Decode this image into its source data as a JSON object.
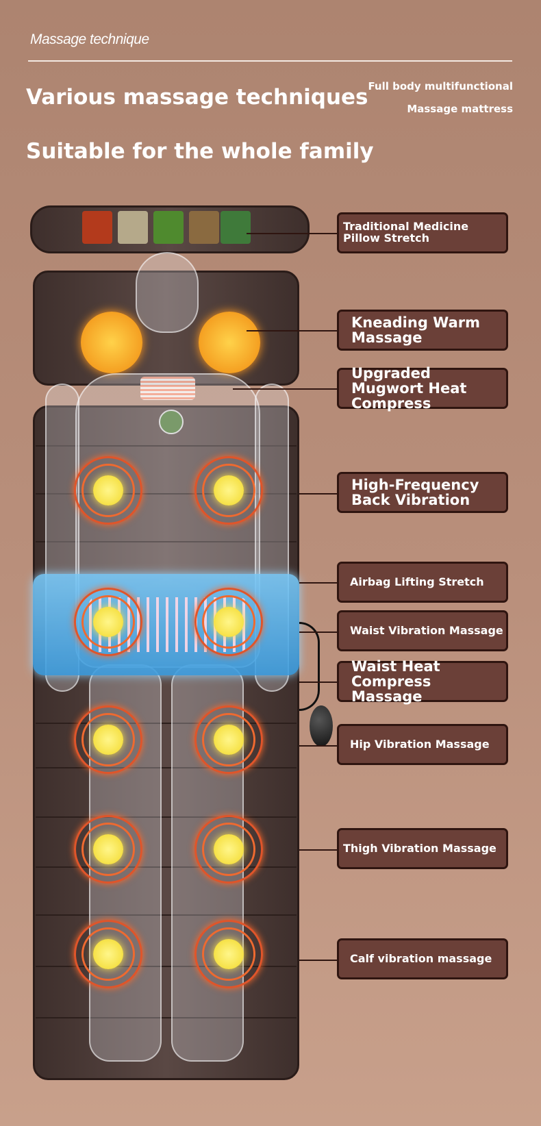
{
  "header": {
    "section_title": "Massage technique",
    "headline1": "Various massage techniques",
    "headline2": "Suitable for the whole family",
    "product_line1": "Full body multifunctional",
    "product_line2": "Massage mattress"
  },
  "labels": [
    "Traditional Medicine Pillow Stretch",
    "Kneading Warm Massage",
    "Upgraded Mugwort Heat Compress",
    "High-Frequency Back Vibration",
    "Airbag Lifting Stretch",
    "Waist Vibration Massage",
    "Waist Heat Compress Massage",
    "Hip Vibration Massage",
    "Thigh Vibration Massage",
    "Calf vibration massage"
  ],
  "colors": {
    "label_bg": "#6b4038",
    "label_border": "#2f1510",
    "airbag": "#5fb4ec",
    "vibration_core": "#f2d82a",
    "vibration_ring": "#e0552a"
  }
}
